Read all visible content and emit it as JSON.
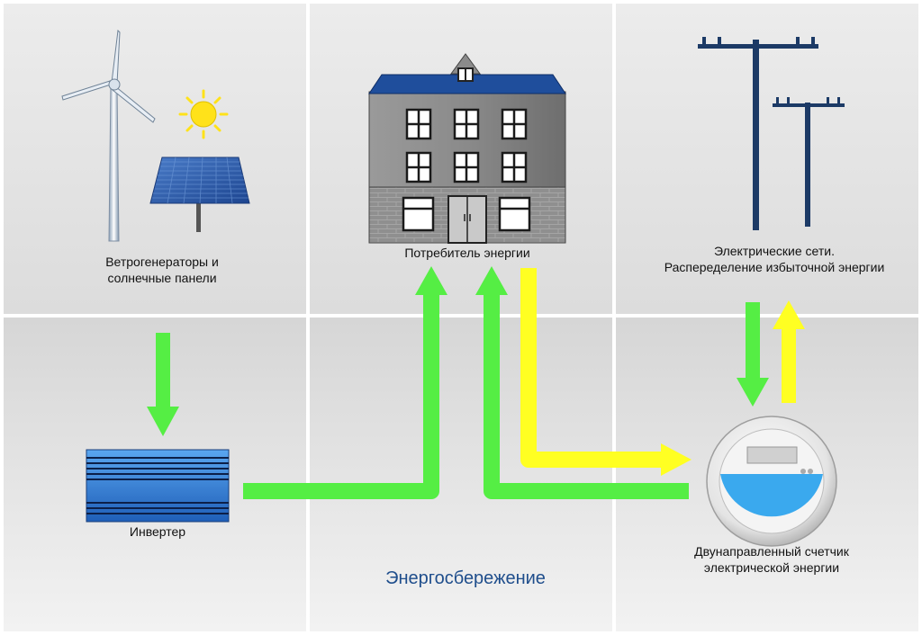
{
  "diagram": {
    "title": "Энергосбережение",
    "nodes": {
      "generators": {
        "label_line1": "Ветрогенераторы и",
        "label_line2": "солнечные панели"
      },
      "consumer": {
        "label": "Потребитель энергии"
      },
      "grid": {
        "label_line1": "Электрические сети.",
        "label_line2": "Распеределение избыточной энергии"
      },
      "inverter": {
        "label": "Инвертер"
      },
      "meter": {
        "label_line1": "Двунаправленный счетчик",
        "label_line2": "электрической энергии"
      }
    },
    "flows": [
      {
        "from": "generators",
        "to": "inverter",
        "color": "green"
      },
      {
        "from": "inverter",
        "to": "consumer",
        "color": "green"
      },
      {
        "from": "meter",
        "to": "consumer",
        "color": "green"
      },
      {
        "from": "consumer",
        "to": "meter",
        "color": "yellow"
      },
      {
        "from": "grid",
        "to": "meter",
        "color": "green"
      },
      {
        "from": "meter",
        "to": "grid",
        "color": "yellow"
      }
    ]
  },
  "colors": {
    "background_panel": "#eeeeee",
    "grid_line": "#ffffff",
    "flow_green": "#55ee44",
    "flow_yellow": "#ffff22",
    "title": "#1f4e8c",
    "pole": "#1c3a66",
    "roof": "#1f4e9c",
    "building_wall": "#8c8c8c",
    "inverter": "#3a86d8",
    "solar_panel": "#2e5fb0",
    "sun": "#ffe21a",
    "meter_fill": "#3aa9ee"
  }
}
